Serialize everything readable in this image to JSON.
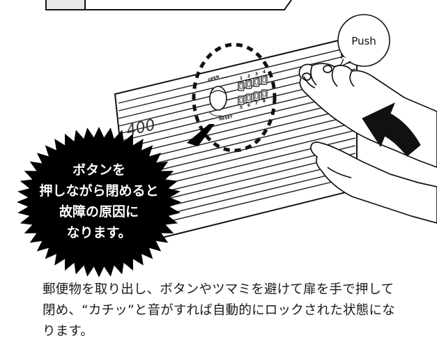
{
  "illustration": {
    "model_label": "400",
    "push_bubble": "Push",
    "dial_open_label": "OPEN",
    "dial_reset_label": "RESET",
    "keypad_top_numbers": [
      "1",
      "2",
      "3",
      "4"
    ],
    "keypad_bottom_numbers": [
      "5",
      "6",
      "7",
      "8"
    ],
    "warning_lines": [
      "ボタンを",
      "押しながら閉めると",
      "故障の原因に",
      "なります。"
    ],
    "warning_color": "#000000",
    "warning_text_color": "#ffffff"
  },
  "caption": {
    "lines": [
      "郵便物を取り出し、ボタンやツマミを避けて扉を手で押して",
      "閉め、“カチッ”と音がすれば自動的にロックされた状態にな",
      "ります。"
    ]
  }
}
